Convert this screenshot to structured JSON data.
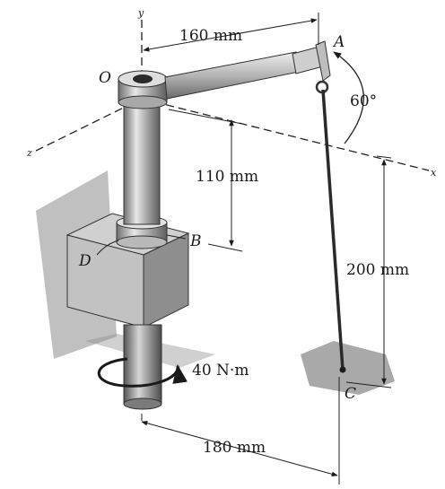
{
  "figure": {
    "points": {
      "O": "O",
      "A": "A",
      "B": "B",
      "C": "C",
      "D": "D"
    },
    "axes": {
      "x": "x",
      "y": "y",
      "z": "z"
    },
    "dimensions": {
      "arm_length": "160 mm",
      "height_OB": "110 mm",
      "height_C": "200 mm",
      "base_offset": "180 mm"
    },
    "angle": "60°",
    "torque": "40 N·m"
  }
}
